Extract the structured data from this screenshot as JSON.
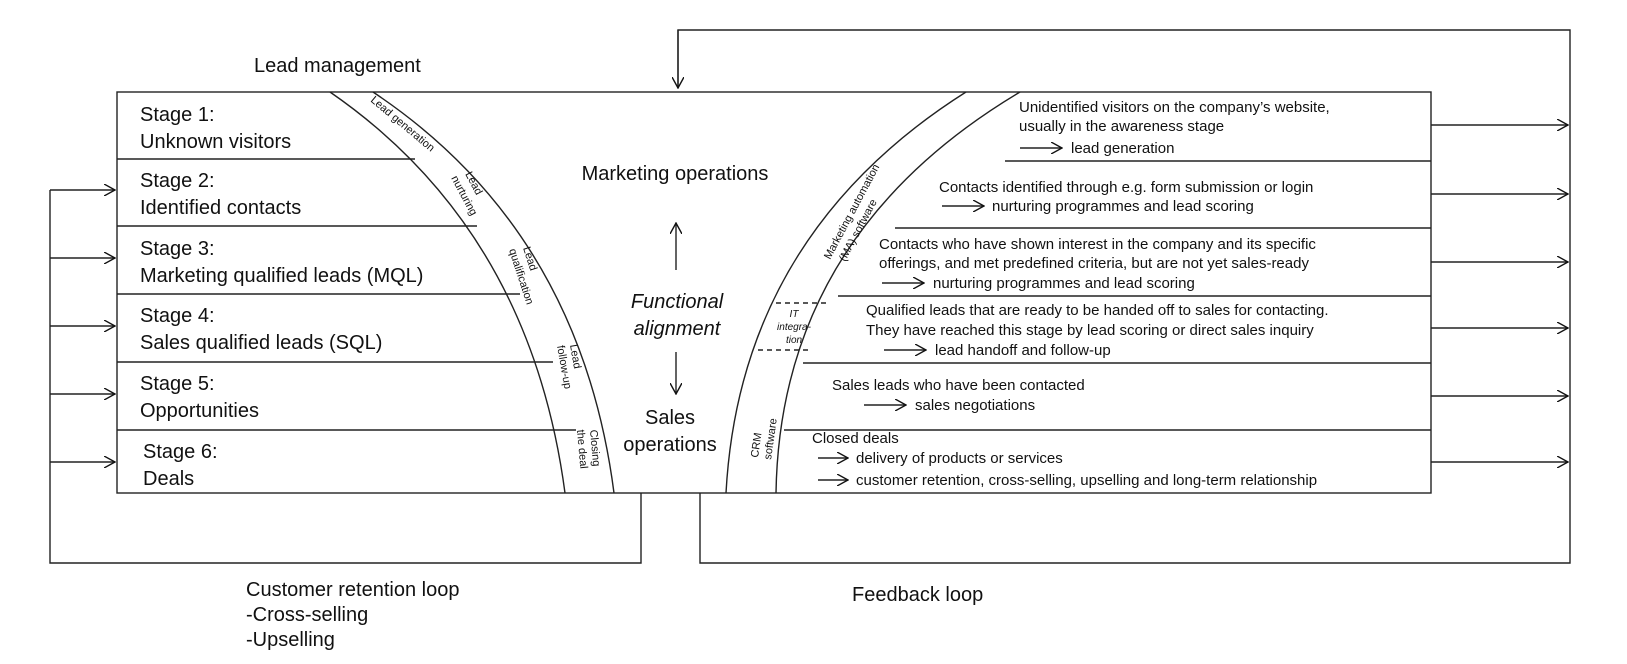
{
  "title": "Lead management",
  "stages": [
    {
      "line1": "Stage 1:",
      "line2": "Unknown visitors"
    },
    {
      "line1": "Stage 2:",
      "line2": "Identified contacts"
    },
    {
      "line1": "Stage 3:",
      "line2": "Marketing qualified leads (MQL)"
    },
    {
      "line1": "Stage 4:",
      "line2": "Sales qualified leads (SQL)"
    },
    {
      "line1": "Stage 5:",
      "line2": "Opportunities"
    },
    {
      "line1": "Stage 6:",
      "line2": "Deals"
    }
  ],
  "left_band": {
    "lead_generation": "Lead generation",
    "lead_nurturing": [
      "Lead",
      "nurturing"
    ],
    "lead_qualification": [
      "Lead",
      "qualification"
    ],
    "lead_follow_up": [
      "Lead",
      "follow-up"
    ],
    "closing": [
      "Closing",
      "the deal"
    ]
  },
  "center": {
    "marketing_ops": "Marketing operations",
    "functional_alignment": [
      "Functional",
      "alignment"
    ],
    "sales_ops": [
      "Sales",
      "operations"
    ]
  },
  "right_band": {
    "ma_software": [
      "Marketing automation",
      "(MA) software"
    ],
    "it_integration": [
      "IT",
      "integra-",
      "tion"
    ],
    "crm_software": [
      "CRM",
      "software"
    ]
  },
  "descriptions": [
    {
      "lines": [
        "Unidentified visitors on the company’s website,",
        "usually in the awareness stage"
      ],
      "arrows": [
        "lead generation"
      ]
    },
    {
      "lines": [
        "Contacts identified through e.g. form submission or login"
      ],
      "arrows": [
        "nurturing programmes and lead scoring"
      ]
    },
    {
      "lines": [
        "Contacts who have shown interest in the company and its specific",
        "offerings, and met predefined criteria, but are not yet sales-ready"
      ],
      "arrows": [
        "nurturing programmes and lead scoring"
      ]
    },
    {
      "lines": [
        "Qualified leads that are ready to be handed off to sales for contacting.",
        "They have reached this stage by lead scoring or direct sales inquiry"
      ],
      "arrows": [
        "lead handoff and follow-up"
      ]
    },
    {
      "lines": [
        "Sales leads who have been contacted"
      ],
      "arrows": [
        "sales negotiations"
      ]
    },
    {
      "lines": [
        "Closed deals"
      ],
      "arrows": [
        "delivery of products or services",
        "customer retention, cross-selling, upselling and long-term relationship"
      ]
    }
  ],
  "loops": {
    "customer_retention": [
      "Customer retention loop",
      "-Cross-selling",
      "-Upselling"
    ],
    "feedback": "Feedback loop"
  }
}
